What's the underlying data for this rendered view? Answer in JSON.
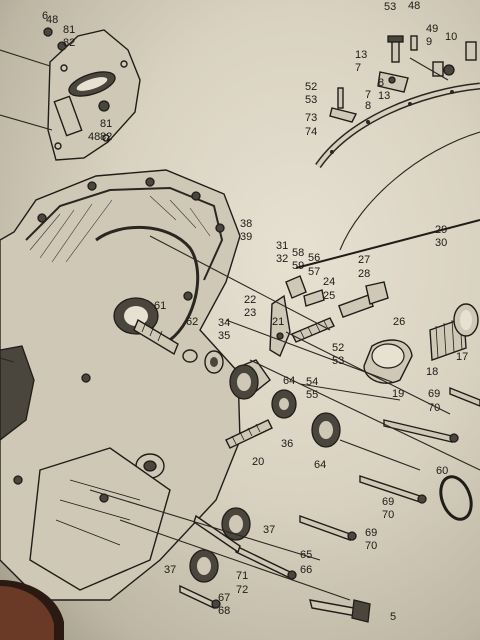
{
  "labels": [
    "6",
    "48",
    "81",
    "82",
    "48",
    "81",
    "82",
    "53",
    "48",
    "49",
    "9",
    "10",
    "13",
    "7",
    "8",
    "13",
    "7",
    "8",
    "52",
    "53",
    "73",
    "74",
    "38",
    "39",
    "29",
    "30",
    "31",
    "32",
    "58",
    "59",
    "56",
    "57",
    "27",
    "28",
    "24",
    "25",
    "22",
    "23",
    "26",
    "61",
    "62",
    "34",
    "35",
    "21",
    "52",
    "53",
    "17",
    "18",
    "19",
    "54",
    "55",
    "64",
    "69",
    "70",
    "36",
    "64",
    "20",
    "60",
    "69",
    "70",
    "37",
    "69",
    "70",
    "65",
    "66",
    "37",
    "71",
    "72",
    "67",
    "68",
    "5"
  ]
}
